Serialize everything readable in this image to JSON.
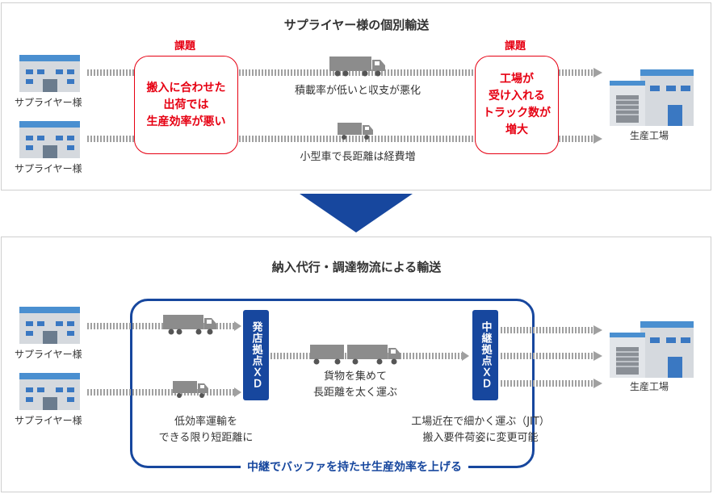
{
  "top": {
    "title": "サプライヤー様の個別輸送",
    "issue_label_left": "課題",
    "issue_label_right": "課題",
    "issue_left_lines": [
      "搬入に合わせた",
      "出荷では",
      "生産効率が悪い"
    ],
    "issue_right_lines": [
      "工場が",
      "受け入れる",
      "トラック数が",
      "増大"
    ],
    "route1_caption": "積載率が低いと収支が悪化",
    "route2_caption": "小型車で長距離は経費増",
    "supplier1": "サプライヤー様",
    "supplier2": "サプライヤー様",
    "factory": "生産工場"
  },
  "bottom": {
    "title": "納入代行・調達物流による輸送",
    "supplier1": "サプライヤー様",
    "supplier2": "サプライヤー様",
    "factory": "生産工場",
    "hub_left": "発店拠点ＸＤ",
    "hub_right": "中継拠点ＸＤ",
    "middle_caption_lines": [
      "貨物を集めて",
      "長距離を太く運ぶ"
    ],
    "left_caption_lines": [
      "低効率運輸を",
      "できる限り短距離に"
    ],
    "right_caption_lines": [
      "工場近在で細かく運ぶ（JIT）",
      "搬入要件荷姿に変更可能"
    ],
    "footer": "中継でバッファを持たせ生産効率を上げる"
  },
  "colors": {
    "accent_blue": "#17479e",
    "issue_red": "#e60012",
    "dotted_gray": "#a0a0a0",
    "truck_gray": "#8c8c8c"
  }
}
